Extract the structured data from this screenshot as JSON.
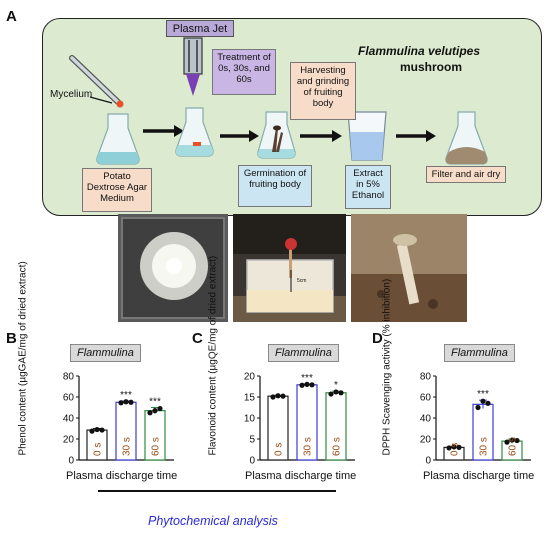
{
  "panels": {
    "a": "A",
    "b": "B",
    "c": "C",
    "d": "D"
  },
  "workflow": {
    "mycelium_label": "Mycelium",
    "plasma_jet_label": "Plasma Jet",
    "treatment_label": "Treatment of 0s, 30s, and 60s",
    "medium_label": "Potato Dextrose Agar Medium",
    "species_title": "Flammulina velutipes",
    "mushroom_label": "mushroom",
    "harvest_label": "Harvesting and grinding of fruiting body",
    "germination_label": "Germination of fruiting body",
    "extract_label": "Extract in 5% Ethanol",
    "filter_label": "Filter and air dry",
    "photo_scale_label": "5cm"
  },
  "shared": {
    "xlabel": "Plasma discharge time",
    "chart_title": "Flammulina",
    "section_label": "Phytochemical analysis",
    "colors": {
      "0 s": "#222222",
      "30 s": "#3b3bd6",
      "60 s": "#2e8b3e",
      "bar_text": "#9a4a12",
      "workflow_bg": "#dcebd0"
    }
  },
  "chart_data": [
    {
      "type": "bar",
      "title": "Flammulina",
      "xlabel": "Plasma discharge time",
      "ylabel": "Phenol content (µgGAE/mg of dried extract)",
      "ylim": [
        0,
        80
      ],
      "yticks": [
        0,
        20,
        40,
        60,
        80
      ],
      "categories": [
        "0 s",
        "30 s",
        "60 s"
      ],
      "values": [
        28.5,
        55,
        47
      ],
      "errors": [
        1.5,
        1.2,
        3
      ],
      "points": [
        [
          27.5,
          29,
          28.5
        ],
        [
          54.5,
          55.5,
          55
        ],
        [
          45,
          47,
          49
        ]
      ],
      "significance": [
        "",
        "***",
        "***"
      ]
    },
    {
      "type": "bar",
      "title": "Flammulina",
      "xlabel": "Plasma discharge time",
      "ylabel": "Flavonoid content (µgQE/mg of dried extract)",
      "ylim": [
        0,
        20
      ],
      "yticks": [
        0,
        5,
        10,
        15,
        20
      ],
      "categories": [
        "0 s",
        "30 s",
        "60 s"
      ],
      "values": [
        15.2,
        17.9,
        16
      ],
      "errors": [
        0.2,
        0.2,
        0.4
      ],
      "points": [
        [
          15,
          15.3,
          15.2
        ],
        [
          17.8,
          18,
          17.9
        ],
        [
          15.7,
          16.2,
          16
        ]
      ],
      "significance": [
        "",
        "***",
        "*"
      ]
    },
    {
      "type": "bar",
      "title": "Flammulina",
      "xlabel": "Plasma discharge time",
      "ylabel": "DPPH Scavenging activity (% inhibition)",
      "ylim": [
        0,
        80
      ],
      "yticks": [
        0,
        20,
        40,
        60,
        80
      ],
      "categories": [
        "0 s",
        "30 s",
        "60 s"
      ],
      "values": [
        12,
        53,
        18
      ],
      "errors": [
        1,
        4,
        2
      ],
      "points": [
        [
          11.5,
          12.5,
          12
        ],
        [
          50,
          56,
          54
        ],
        [
          17,
          19,
          18.5
        ]
      ],
      "significance": [
        "",
        "***",
        ""
      ]
    }
  ]
}
